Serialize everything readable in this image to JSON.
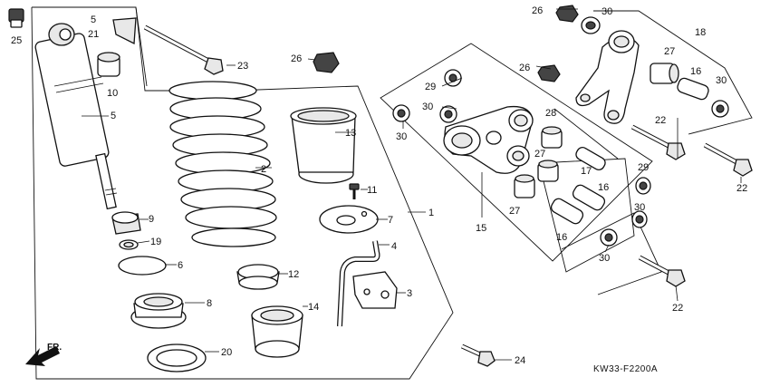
{
  "diagram": {
    "drawing_code": "KW33-F2200A",
    "direction_label": "FR.",
    "callouts": [
      {
        "id": "c-25",
        "num": "25"
      },
      {
        "id": "c-5a",
        "num": "5"
      },
      {
        "id": "c-21",
        "num": "21"
      },
      {
        "id": "c-10",
        "num": "10"
      },
      {
        "id": "c-5b",
        "num": "5"
      },
      {
        "id": "c-23",
        "num": "23"
      },
      {
        "id": "c-26a",
        "num": "26"
      },
      {
        "id": "c-2",
        "num": "2"
      },
      {
        "id": "c-13",
        "num": "13"
      },
      {
        "id": "c-11",
        "num": "11"
      },
      {
        "id": "c-7",
        "num": "7"
      },
      {
        "id": "c-1",
        "num": "1"
      },
      {
        "id": "c-4",
        "num": "4"
      },
      {
        "id": "c-9",
        "num": "9"
      },
      {
        "id": "c-19",
        "num": "19"
      },
      {
        "id": "c-6",
        "num": "6"
      },
      {
        "id": "c-12",
        "num": "12"
      },
      {
        "id": "c-3",
        "num": "3"
      },
      {
        "id": "c-8",
        "num": "8"
      },
      {
        "id": "c-14",
        "num": "14"
      },
      {
        "id": "c-20",
        "num": "20"
      },
      {
        "id": "c-24",
        "num": "24"
      },
      {
        "id": "c-26b",
        "num": "26"
      },
      {
        "id": "c-30a",
        "num": "30"
      },
      {
        "id": "c-18",
        "num": "18"
      },
      {
        "id": "c-27a",
        "num": "27"
      },
      {
        "id": "c-16a",
        "num": "16"
      },
      {
        "id": "c-30b",
        "num": "30"
      },
      {
        "id": "c-26c",
        "num": "26"
      },
      {
        "id": "c-29a",
        "num": "29"
      },
      {
        "id": "c-30c",
        "num": "30"
      },
      {
        "id": "c-30d",
        "num": "30"
      },
      {
        "id": "c-28",
        "num": "28"
      },
      {
        "id": "c-27b",
        "num": "27"
      },
      {
        "id": "c-17",
        "num": "17"
      },
      {
        "id": "c-22a",
        "num": "22"
      },
      {
        "id": "c-22b",
        "num": "22"
      },
      {
        "id": "c-29b",
        "num": "29"
      },
      {
        "id": "c-30e",
        "num": "30"
      },
      {
        "id": "c-16b",
        "num": "16"
      },
      {
        "id": "c-27c",
        "num": "27"
      },
      {
        "id": "c-16c",
        "num": "16"
      },
      {
        "id": "c-15",
        "num": "15"
      },
      {
        "id": "c-30f",
        "num": "30"
      },
      {
        "id": "c-22c",
        "num": "22"
      }
    ]
  }
}
